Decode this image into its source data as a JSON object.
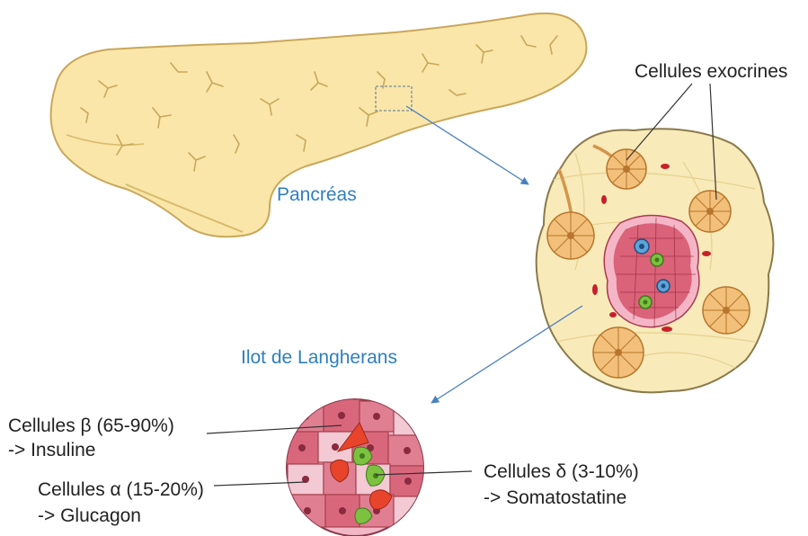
{
  "labels": {
    "pancreas": "Pancréas",
    "exocrine": "Cellules exocrines",
    "islet": "Ilot de Langherans",
    "beta_cells": "Cellules β (65-90%)",
    "beta_hormone": "-> Insuline",
    "alpha_cells": "Cellules α (15-20%)",
    "alpha_hormone": "-> Glucagon",
    "delta_cells": "Cellules δ (3-10%)",
    "delta_hormone": "-> Somatostatine"
  },
  "colors": {
    "pancreas_fill": "#f9e6a8",
    "pancreas_outline": "#c9a75a",
    "tissue_fill": "#f8eab9",
    "acinus_fill": "#f2c07a",
    "islet_red": "#d2455f",
    "islet_pink": "#f4b6c6",
    "delta_green": "#7cc140",
    "accent_blue": "#2f7fc0",
    "arrow_blue": "#4a7fc0"
  }
}
